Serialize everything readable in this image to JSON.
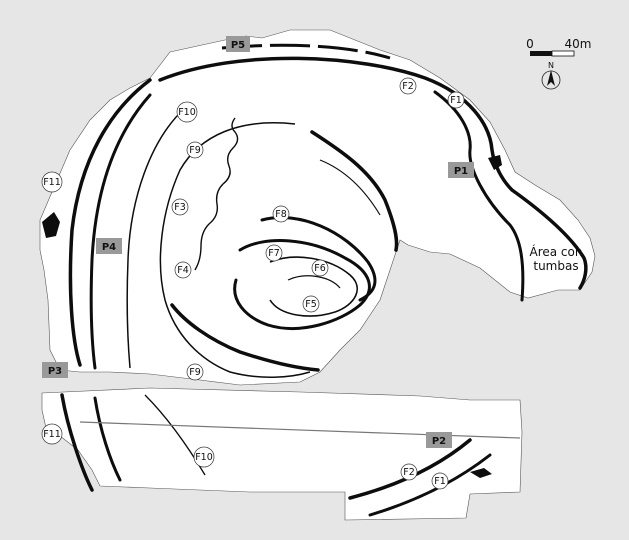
{
  "colors": {
    "background": "#e6e6e6",
    "site": "#ffffff",
    "ditch": "#0d0d0d",
    "sector_box": "#999999"
  },
  "scale": {
    "zero": "0",
    "length": "40m"
  },
  "north": "N",
  "area_label": {
    "line1": "Área con",
    "line2": "tumbas"
  },
  "sectors": {
    "p1": "P1",
    "p2": "P2",
    "p3": "P3",
    "p4": "P4",
    "p5": "P5"
  },
  "ditches": {
    "f1": "F1",
    "f2": "F2",
    "f3": "F3",
    "f4": "F4",
    "f5": "F5",
    "f6": "F6",
    "f7": "F7",
    "f8": "F8",
    "f9": "F9",
    "f10": "F10",
    "f11": "F11",
    "f1_south": "F1",
    "f2_south": "F2",
    "f9_south": "F9",
    "f10_south": "F10",
    "f11_south": "F11"
  }
}
